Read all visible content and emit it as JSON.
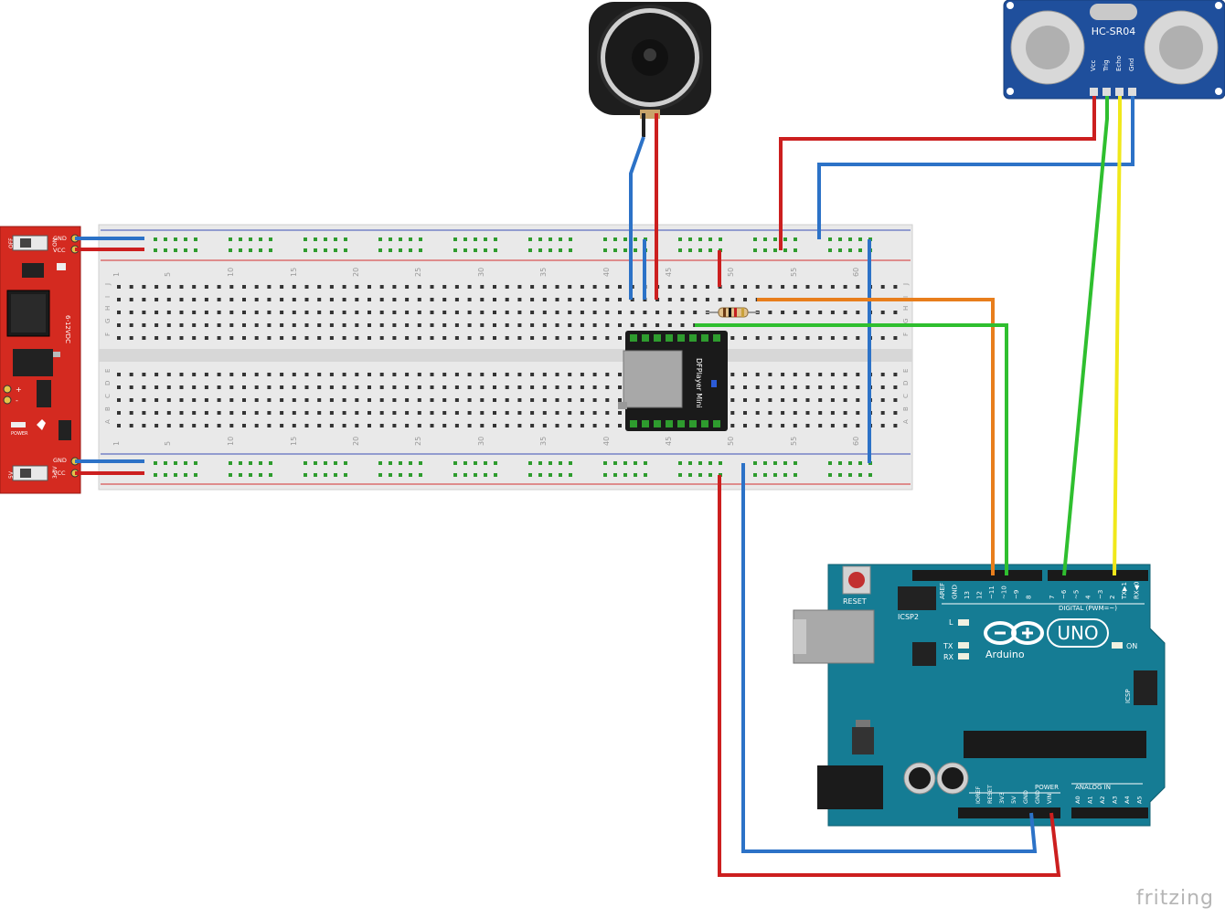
{
  "power_module": {
    "top_labels": [
      "GND",
      "VCC"
    ],
    "bottom_labels": [
      "GND",
      "VCC"
    ],
    "switch_top": [
      "OFF",
      "ON"
    ],
    "switch_bottom": [
      "5V",
      "3.3V"
    ],
    "input_label": "6-12VDC",
    "led_label": "POWER",
    "plus": "+",
    "minus": "-"
  },
  "breadboard": {
    "column_numbers": [
      "1",
      "5",
      "10",
      "15",
      "20",
      "25",
      "30",
      "35",
      "40",
      "45",
      "50",
      "55",
      "60"
    ],
    "row_letters_top": [
      "J",
      "I",
      "H",
      "G",
      "F"
    ],
    "row_letters_bottom": [
      "E",
      "D",
      "C",
      "B",
      "A"
    ]
  },
  "dfplayer": {
    "label": "DFPlayer Mini"
  },
  "ultrasonic": {
    "model": "HC-SR04",
    "pins": [
      "Vcc",
      "Trig",
      "Echo",
      "Gnd"
    ]
  },
  "arduino": {
    "reset_label": "RESET",
    "icsp2_label": "ICSP2",
    "icsp_label": "ICSP",
    "l_label": "L",
    "tx_label": "TX",
    "rx_label": "RX",
    "on_label": "ON",
    "uno_label": "UNO",
    "brand": "Arduino",
    "digital_label": "DIGITAL (PWM=~)",
    "power_label": "POWER",
    "analog_label": "ANALOG IN",
    "digital_pins_left": [
      "AREF",
      "GND",
      "13",
      "12",
      "~11",
      "~10",
      "~9",
      "8"
    ],
    "digital_pins_right": [
      "7",
      "~6",
      "~5",
      "4",
      "~3",
      "2",
      "TX▶1",
      "RX◀0"
    ],
    "power_pins": [
      "IOREF",
      "RESET",
      "3V3",
      "5V",
      "GND",
      "GND",
      "VIN"
    ],
    "analog_pins": [
      "A0",
      "A1",
      "A2",
      "A3",
      "A4",
      "A5"
    ]
  },
  "wire_colors": {
    "red": "#cc1f1f",
    "blue": "#2c72c7",
    "green": "#2fbf2f",
    "yellow": "#f0e81a",
    "orange": "#e87e1c",
    "black": "#222222"
  },
  "watermark": "fritzing"
}
